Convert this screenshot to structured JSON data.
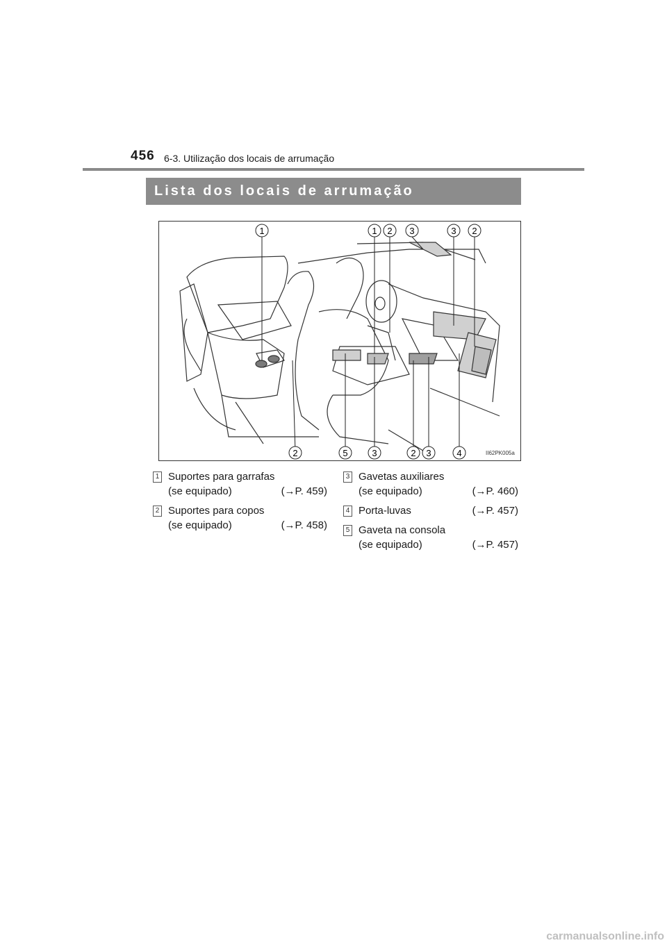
{
  "header": {
    "page_number": "456",
    "chapter": "6-3. Utilização dos locais de arrumação"
  },
  "section": {
    "title": "Lista dos locais de arrumação"
  },
  "figure": {
    "code": "II62PK005a",
    "top_callouts": [
      "1",
      "1",
      "2",
      "3",
      "3",
      "2"
    ],
    "bottom_callouts": [
      "2",
      "5",
      "3",
      "2",
      "3",
      "4"
    ]
  },
  "legend": [
    {
      "num": "1",
      "line1": "Suportes para garrafas",
      "line2": "(se equipado)",
      "ref": "(→P. 459)"
    },
    {
      "num": "2",
      "line1": "Suportes para copos",
      "line2": "(se equipado)",
      "ref": "(→P. 458)"
    },
    {
      "num": "3",
      "line1": "Gavetas auxiliares",
      "line2": "(se equipado)",
      "ref": "(→P. 460)"
    },
    {
      "num": "4",
      "line1": "Porta-luvas",
      "line2": "",
      "ref": "(→P. 457)"
    },
    {
      "num": "5",
      "line1": "Gaveta na consola",
      "line2": "(se equipado)",
      "ref": "(→P. 457)"
    }
  ],
  "footer": {
    "watermark": "carmanualsonline.info"
  }
}
